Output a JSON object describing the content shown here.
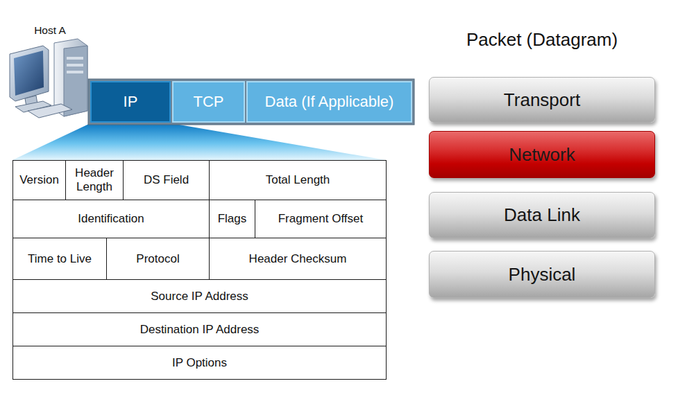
{
  "diagram": {
    "title": "Packet (Datagram)",
    "nodes": [
      {
        "text": [
          "IP"
        ]
      },
      {
        "text": [
          "TCP"
        ]
      },
      {
        "text": [
          "Data (If Applicable)"
        ]
      },
      {
        "text": [
          "Transport"
        ]
      },
      {
        "text": [
          "Network"
        ]
      },
      {
        "text": [
          "Data Link"
        ]
      },
      {
        "text": [
          "Physical"
        ]
      }
    ],
    "labels": [
      "Host A",
      "Version",
      "Header Length",
      "DS Field",
      "Total Length",
      "Identification",
      "Flags",
      "Fragment Offset",
      "Time to Live",
      "Protocol",
      "Header Checksum",
      "Source IP Address",
      "Destination IP Address",
      "IP Options"
    ]
  }
}
